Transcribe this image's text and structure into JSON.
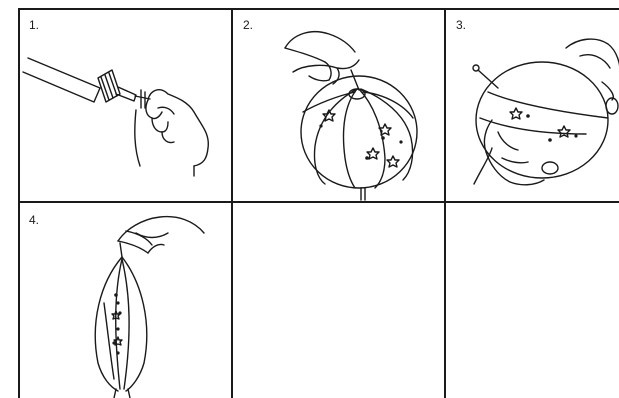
{
  "panels": [
    {
      "number": "1.",
      "icon": "pump-pressing-valve-illustration"
    },
    {
      "number": "2.",
      "icon": "needle-inserted-into-star-ball-illustration"
    },
    {
      "number": "3.",
      "icon": "hands-squeezing-star-ball-illustration"
    },
    {
      "number": "4.",
      "icon": "deflated-star-ball-held-by-valve-illustration"
    },
    {
      "number": "",
      "icon": "empty-panel"
    },
    {
      "number": "",
      "icon": "empty-panel"
    }
  ],
  "colors": {
    "ink": "#1a1a1a",
    "background": "#ffffff"
  }
}
